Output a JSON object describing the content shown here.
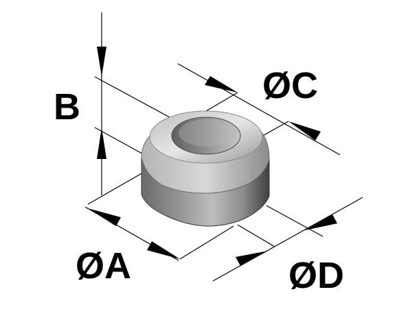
{
  "diagram": {
    "labels": {
      "height": "B",
      "inner_diameter": "ØC",
      "outer_diameter": "ØA",
      "base_diameter": "ØD"
    },
    "colors": {
      "line": "#000000",
      "body_light": "#d0d0d0",
      "body_mid": "#a8a8a8",
      "body_dark": "#5a5a5a",
      "background": "#ffffff"
    }
  }
}
